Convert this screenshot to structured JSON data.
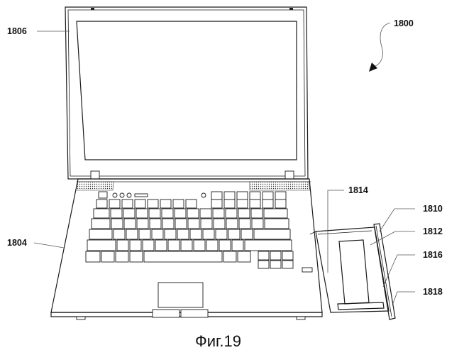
{
  "labels": {
    "assembly": "1800",
    "display": "1806",
    "base": "1804",
    "tray_opening": "1814",
    "tray_front": "1810",
    "tray": "1812",
    "tray_slot": "1816",
    "tray_tab": "1818"
  },
  "caption": "Фиг.19"
}
